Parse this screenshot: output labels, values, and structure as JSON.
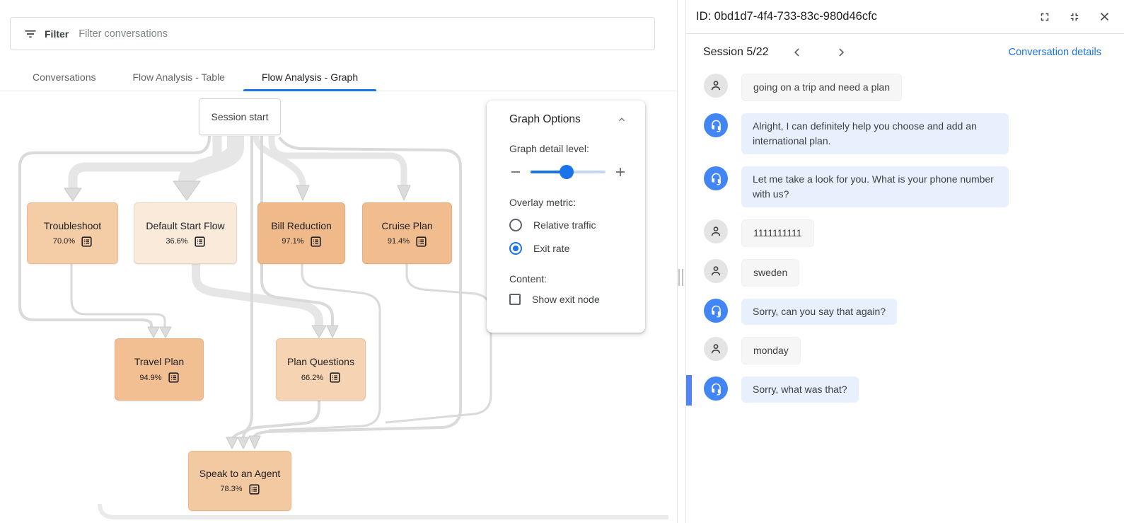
{
  "filter_bar": {
    "label": "Filter",
    "placeholder": "Filter conversations"
  },
  "tabs": [
    {
      "label": "Conversations",
      "active": false
    },
    {
      "label": "Flow Analysis - Table",
      "active": false
    },
    {
      "label": "Flow Analysis - Graph",
      "active": true
    }
  ],
  "graph": {
    "start_node": {
      "label": "Session start"
    },
    "nodes": [
      {
        "label": "Troubleshoot",
        "exit_rate": "70.0%",
        "color": "#f4cca6"
      },
      {
        "label": "Default Start Flow",
        "exit_rate": "36.6%",
        "color": "#faeada"
      },
      {
        "label": "Bill Reduction",
        "exit_rate": "97.1%",
        "color": "#f0b98a"
      },
      {
        "label": "Cruise Plan",
        "exit_rate": "91.4%",
        "color": "#f1bc8e"
      },
      {
        "label": "Travel Plan",
        "exit_rate": "94.9%",
        "color": "#f1bf92"
      },
      {
        "label": "Plan Questions",
        "exit_rate": "66.2%",
        "color": "#f6d3b2"
      },
      {
        "label": "Speak to an Agent",
        "exit_rate": "78.3%",
        "color": "#f3c9a2"
      }
    ]
  },
  "graph_options": {
    "title": "Graph Options",
    "detail_label": "Graph detail level:",
    "overlay_label": "Overlay metric:",
    "radios": [
      {
        "label": "Relative traffic",
        "selected": false
      },
      {
        "label": "Exit rate",
        "selected": true
      }
    ],
    "content_label": "Content:",
    "checkbox_label": "Show exit node",
    "accent_color": "#1a73e8"
  },
  "detail_panel": {
    "title": "ID: 0bd1d7-4f4-733-83c-980d46cfc",
    "session_label": "Session 5/22",
    "details_link": "Conversation details",
    "agent_color": "#4285f4",
    "messages": [
      {
        "role": "user",
        "text": "going on a trip and need a plan"
      },
      {
        "role": "agent",
        "text": "Alright, I can definitely help you choose and add an international plan."
      },
      {
        "role": "agent",
        "text": "Let me take a look for you. What is your phone number with us?"
      },
      {
        "role": "user",
        "text": "1111111111"
      },
      {
        "role": "user",
        "text": "sweden"
      },
      {
        "role": "agent",
        "text": "Sorry, can you say that again?"
      },
      {
        "role": "user",
        "text": "monday"
      },
      {
        "role": "agent",
        "text": "Sorry, what was that?",
        "highlighted": true
      }
    ]
  }
}
